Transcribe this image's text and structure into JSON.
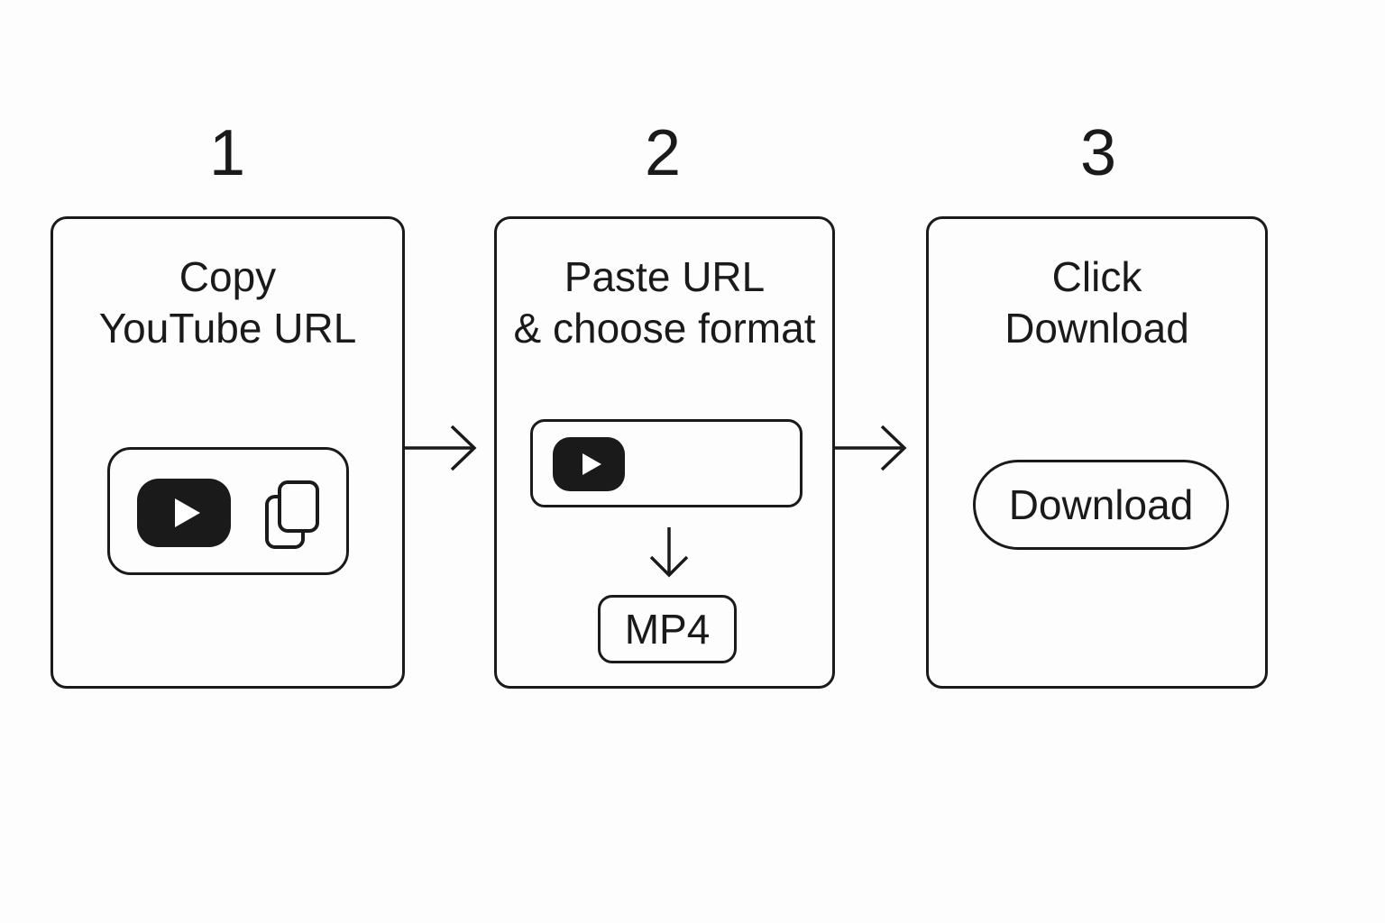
{
  "steps": [
    {
      "number": "1",
      "title_line1": "Copy",
      "title_line2": "YouTube URL",
      "icons": [
        "youtube-play-icon",
        "copy-icon"
      ]
    },
    {
      "number": "2",
      "title_line1": "Paste URL",
      "title_line2": "& choose format",
      "icons": [
        "youtube-play-icon",
        "arrow-down-icon"
      ],
      "format_label": "MP4"
    },
    {
      "number": "3",
      "title_line1": "Click",
      "title_line2": "Download",
      "button_label": "Download"
    }
  ],
  "connectors": [
    "arrow-right-icon",
    "arrow-right-icon"
  ],
  "colors": {
    "background": "#fdfdfd",
    "ink": "#1a1a1a"
  }
}
